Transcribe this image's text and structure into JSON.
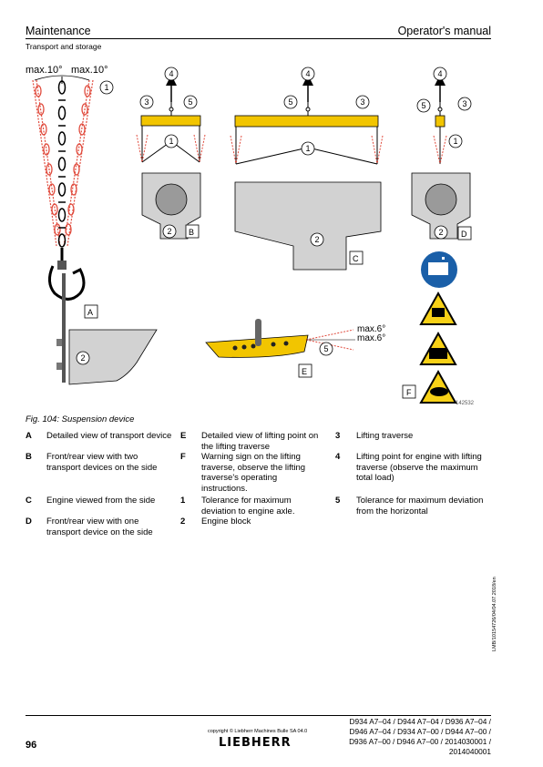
{
  "header": {
    "section": "Maintenance",
    "manual": "Operator's manual",
    "subsection": "Transport and storage"
  },
  "figure": {
    "caption": "Fig. 104: Suspension device",
    "image_number": "142532",
    "max_angle_chain": "max.10°",
    "max_angle_traverse": "max.6°",
    "view_labels": [
      "A",
      "B",
      "C",
      "D",
      "E",
      "F"
    ],
    "callouts": [
      "1",
      "2",
      "3",
      "4",
      "5"
    ]
  },
  "legend": [
    {
      "key": "A",
      "text": "Detailed view of transport device"
    },
    {
      "key": "B",
      "text": "Front/rear view with two transport devices on the side"
    },
    {
      "key": "C",
      "text": "Engine viewed from the side"
    },
    {
      "key": "D",
      "text": "Front/rear view with one transport device on the side"
    },
    {
      "key": "E",
      "text": "Detailed view of lifting point on the lifting traverse"
    },
    {
      "key": "F",
      "text": "Warning sign on the lifting traverse, observe the lifting traverse's operating instructions."
    },
    {
      "key": "1",
      "text": "Tolerance for maximum deviation to engine axle."
    },
    {
      "key": "2",
      "text": "Engine block"
    },
    {
      "key": "3",
      "text": "Lifting traverse"
    },
    {
      "key": "4",
      "text": "Lifting point for engine with lifting traverse (observe the maximum total load)"
    },
    {
      "key": "5",
      "text": "Tolerance for maximum deviation from the horizontal"
    }
  ],
  "side_code": "LMB/10154726/04/04.07.2018/en",
  "footer": {
    "page": "96",
    "copyright": "copyright © Liebherr Machines Bulle SA 04.0",
    "brand": "LIEBHERR",
    "models_line1": "D934 A7–04 / D944 A7–04 / D936 A7–04 /",
    "models_line2": "D946 A7–04 / D934 A7–00 / D944 A7–00 /",
    "models_line3": "D936 A7–00 / D946 A7–00 / 2014030001 /",
    "models_line4": "2014040001"
  },
  "colors": {
    "traverse": "#f2c500",
    "engine": "#d2d2d2",
    "chain_dashed": "#e04a3c",
    "sign_blue": "#1a5fa8",
    "sign_yellow": "#f7d117"
  }
}
